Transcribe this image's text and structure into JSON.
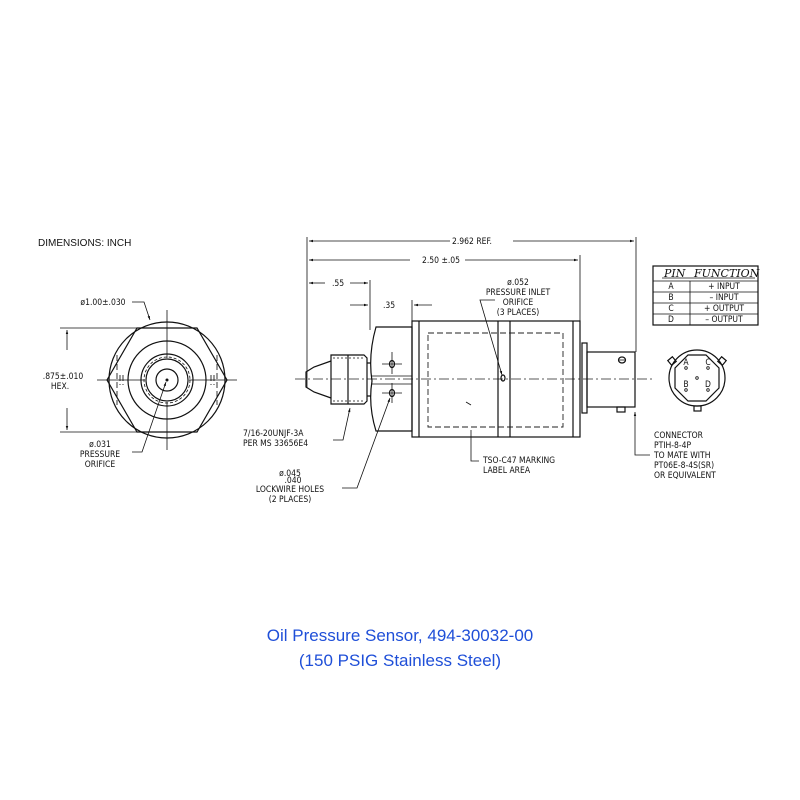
{
  "drawing": {
    "units_note": "DIMENSIONS: INCH",
    "front_view": {
      "outer_diameter": "ø1.00±.030",
      "hex_dim": ".875±.010",
      "hex_label": "HEX.",
      "orifice_dia": "ø.031",
      "orifice_label_1": "PRESSURE",
      "orifice_label_2": "ORIFICE"
    },
    "side_view": {
      "overall": "2.962  REF.",
      "body_length": "2.50 ±.05",
      "fitting_length": ".55",
      "hex_length": ".35",
      "inlet_dia": "ø.052",
      "inlet_label_1": "PRESSURE INLET",
      "inlet_label_2": "ORIFICE",
      "inlet_label_3": "(3 PLACES)",
      "thread_1": "7/16-20UNJF-3A",
      "thread_2": "PER MS 33656E4",
      "lockwire_dia_max": "ø.045",
      "lockwire_dia_min": ".040",
      "lockwire_label_1": "LOCKWIRE HOLES",
      "lockwire_label_2": "(2 PLACES)",
      "marking_1": "TSO-C47 MARKING",
      "marking_2": "LABEL AREA"
    },
    "connector": {
      "label_1": "CONNECTOR",
      "label_2": "PTIH-8-4P",
      "label_3": "TO MATE WITH",
      "label_4": "PT06E-8-4S(SR)",
      "label_5": "OR EQUIVALENT",
      "pins": [
        "A",
        "C",
        "B",
        "D"
      ]
    },
    "pin_table": {
      "header_pin": "PIN",
      "header_function": "FUNCTION",
      "rows": [
        {
          "pin": "A",
          "function": "+ INPUT"
        },
        {
          "pin": "B",
          "function": "– INPUT"
        },
        {
          "pin": "C",
          "function": "+ OUTPUT"
        },
        {
          "pin": "D",
          "function": "– OUTPUT"
        }
      ]
    }
  },
  "caption": {
    "line1": "Oil Pressure Sensor, 494-30032-00",
    "line2": "(150 PSIG Stainless Steel)"
  },
  "colors": {
    "caption": "#1f4fd8",
    "line": "#111111"
  }
}
